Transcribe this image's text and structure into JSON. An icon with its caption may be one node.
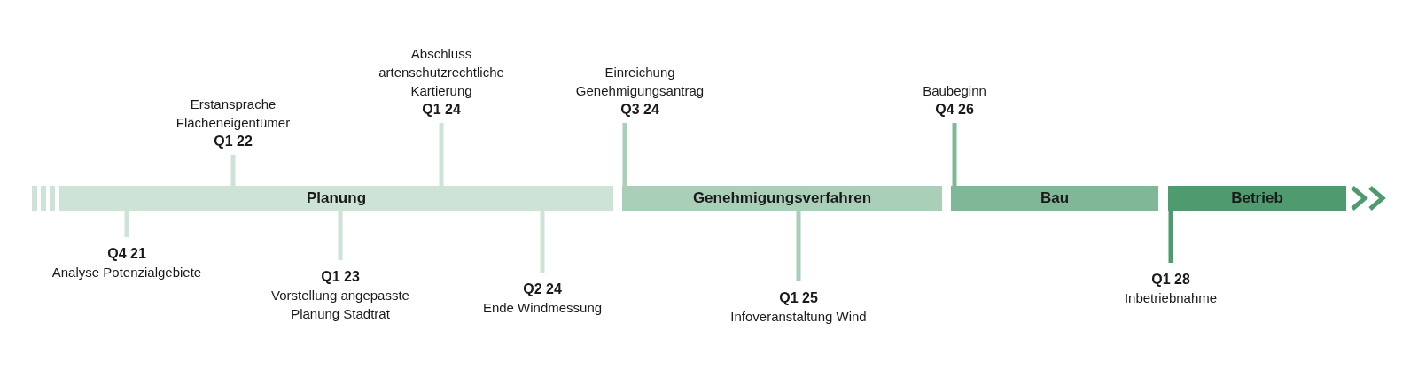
{
  "diagram": {
    "nodes": [
      {
        "text": [
          "Planung"
        ]
      },
      {
        "text": [
          "Genehmigungsverfahren"
        ]
      },
      {
        "text": [
          "Bau"
        ]
      },
      {
        "text": [
          "Betrieb"
        ]
      },
      {
        "text": [
          "Q4 21",
          "Analyse Potenzialgebiete"
        ]
      },
      {
        "text": [
          "Erstansprache Flächeneigentümer",
          "Q1 22"
        ]
      },
      {
        "text": [
          "Q1 23",
          "Vorstellung angepasste Planung Stadtrat"
        ]
      },
      {
        "text": [
          "Abschluss artenschutzrechtliche Kartierung",
          "Q1 24"
        ]
      },
      {
        "text": [
          "Q2 24",
          "Ende Windmessung"
        ]
      },
      {
        "text": [
          "Einreichung Genehmigungsantrag",
          "Q3 24"
        ]
      },
      {
        "text": [
          "Q1 25",
          "Infoveranstaltung Wind"
        ]
      },
      {
        "text": [
          "Baubeginn",
          "Q4 26"
        ]
      },
      {
        "text": [
          "Q1 28",
          "Inbetriebnahme"
        ]
      }
    ],
    "edges": [
      {
        "from": 4,
        "to": 0,
        "arrow": "none"
      },
      {
        "from": 5,
        "to": 0,
        "arrow": "none"
      },
      {
        "from": 6,
        "to": 0,
        "arrow": "none"
      },
      {
        "from": 7,
        "to": 0,
        "arrow": "none"
      },
      {
        "from": 8,
        "to": 0,
        "arrow": "none"
      },
      {
        "from": 9,
        "to": 1,
        "arrow": "none",
        "color": "#aacfb9"
      },
      {
        "from": 10,
        "to": 1,
        "arrow": "none",
        "color": "#aacfb9"
      },
      {
        "from": 11,
        "to": 2,
        "arrow": "none",
        "color": "#80b796"
      },
      {
        "from": 12,
        "to": 3,
        "arrow": "none",
        "color": "#4f9a6e"
      }
    ]
  }
}
